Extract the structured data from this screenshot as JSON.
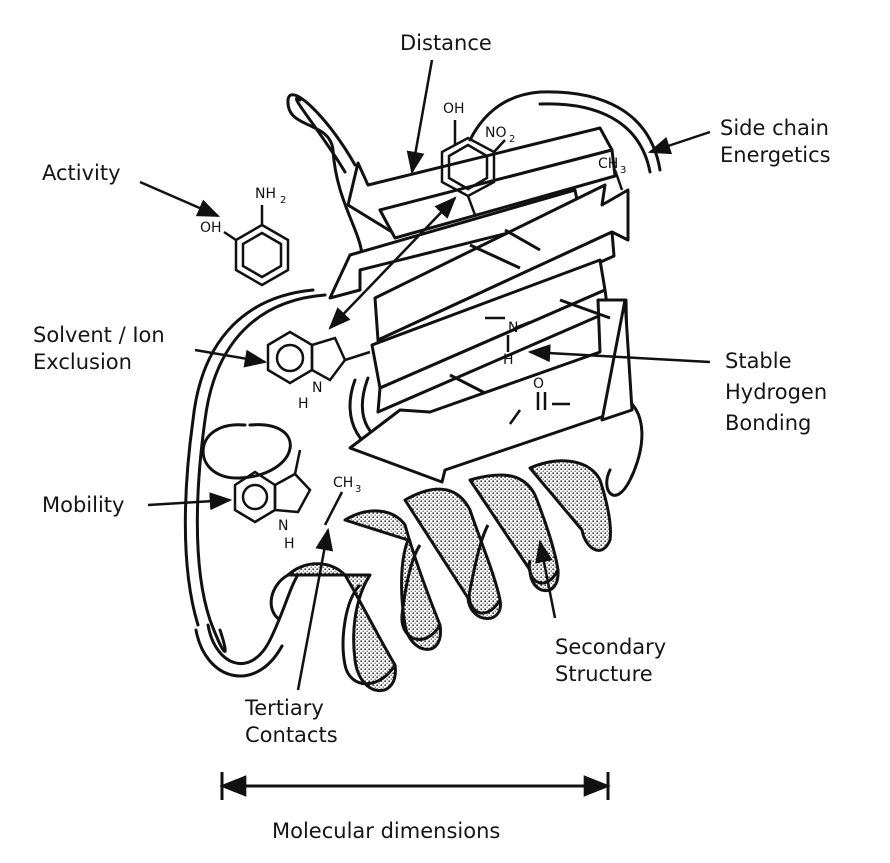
{
  "labels": {
    "distance": "Distance",
    "side_chain": [
      "Side chain",
      "Energetics"
    ],
    "activity": "Activity",
    "solvent": [
      "Solvent / Ion",
      "Exclusion"
    ],
    "hydrogen": [
      "Stable",
      "Hydrogen",
      "Bonding"
    ],
    "mobility": "Mobility",
    "secondary": [
      "Secondary",
      "Structure"
    ],
    "tertiary": [
      "Tertiary",
      "Contacts"
    ],
    "dimensions": "Molecular dimensions"
  },
  "chem": {
    "oh": "OH",
    "nh2": "NH",
    "nh2_sub": "2",
    "no2": "NO",
    "no2_sub": "2",
    "ch3": "CH",
    "ch3_sub": "3",
    "n": "N",
    "h": "H",
    "o": "O"
  }
}
